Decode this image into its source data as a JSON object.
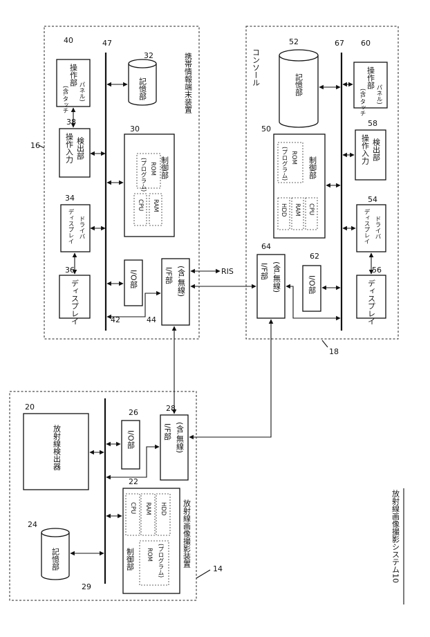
{
  "system_title": "放射線画像撮影システム10",
  "refs": {
    "r14": "14",
    "r16": "16",
    "r18": "18",
    "r20": "20",
    "r22": "22",
    "r24": "24",
    "r26": "26",
    "r28": "28",
    "r29": "29",
    "r30": "30",
    "r32": "32",
    "r34": "34",
    "r36": "36",
    "r38": "38",
    "r40": "40",
    "r42": "42",
    "r44": "44",
    "r47": "47",
    "r50": "50",
    "r52": "52",
    "r54": "54",
    "r56": "56",
    "r58": "58",
    "r60": "60",
    "r62": "62",
    "r64": "64",
    "r67": "67"
  },
  "ris": "RIS",
  "imaging": {
    "title": "放射線画像撮影装置",
    "detector": "放射線検出器",
    "storage": "記憶部",
    "control": "制御部",
    "rom": "ROM",
    "program": "(プログラム)",
    "cpu": "CPU",
    "ram": "RAM",
    "hdd": "HDD",
    "io": "I/O部",
    "if_main": "I/F部",
    "if_sub": "(含.無線)"
  },
  "mobile": {
    "title": "携帯情報端末装置",
    "operation_main": "操作部",
    "operation_sub1": "(含.タッチ",
    "operation_sub2": "パネル)",
    "input_detect1": "操作入力",
    "input_detect2": "検出部",
    "storage": "記憶部",
    "control": "制御部",
    "rom": "ROM",
    "program": "(プログラム)",
    "cpu": "CPU",
    "ram": "RAM",
    "driver1": "ディスプレイ",
    "driver2": "ドライバ",
    "display": "ディスプレイ",
    "io": "I/O部",
    "if_main": "I/F部",
    "if_sub": "(含.無線)"
  },
  "console": {
    "title": "コンソール",
    "storage": "記憶部",
    "operation_main": "操作部",
    "operation_sub1": "(含.タッチ",
    "operation_sub2": "パネル)",
    "input_detect1": "操作入力",
    "input_detect2": "検出部",
    "control": "制御部",
    "rom": "ROM",
    "program": "(プログラム)",
    "hdd": "HDD",
    "ram": "RAM",
    "cpu": "CPU",
    "driver1": "ディスプレイ",
    "driver2": "ドライバ",
    "display": "ディスプレイ",
    "io": "I/O部",
    "if_main": "I/F部",
    "if_sub": "(含.無線)"
  }
}
